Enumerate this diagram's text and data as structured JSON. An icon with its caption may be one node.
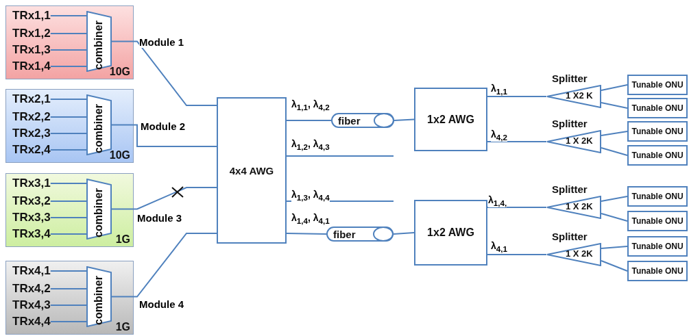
{
  "diagram": {
    "nodes": [
      {
        "text": [
          "10G"
        ]
      },
      {
        "text": [
          "TRx1,1"
        ],
        "in": 0
      },
      {
        "text": [
          "TRx1,2"
        ],
        "in": 0
      },
      {
        "text": [
          "TRx1,3"
        ],
        "in": 0
      },
      {
        "text": [
          "TRx1,4"
        ],
        "in": 0
      },
      {
        "text": [
          "combiner"
        ],
        "in": 0
      },
      {
        "text": [
          "10G"
        ]
      },
      {
        "text": [
          "TRx2,1"
        ],
        "in": 6
      },
      {
        "text": [
          "TRx2,2"
        ],
        "in": 6
      },
      {
        "text": [
          "TRx2,3"
        ],
        "in": 6
      },
      {
        "text": [
          "TRx2,4"
        ],
        "in": 6
      },
      {
        "text": [
          "combiner"
        ],
        "in": 6
      },
      {
        "text": [
          "1G"
        ]
      },
      {
        "text": [
          "TRx3,1"
        ],
        "in": 12
      },
      {
        "text": [
          "TRx3,2"
        ],
        "in": 12
      },
      {
        "text": [
          "TRx3,3"
        ],
        "in": 12
      },
      {
        "text": [
          "TRx3,4"
        ],
        "in": 12
      },
      {
        "text": [
          "combiner"
        ],
        "in": 12
      },
      {
        "text": [
          "1G"
        ]
      },
      {
        "text": [
          "TRx4,1"
        ],
        "in": 18
      },
      {
        "text": [
          "TRx4,2"
        ],
        "in": 18
      },
      {
        "text": [
          "TRx4,3"
        ],
        "in": 18
      },
      {
        "text": [
          "TRx4,4"
        ],
        "in": 18
      },
      {
        "text": [
          "combiner"
        ],
        "in": 18
      },
      {
        "text": [
          "4x4 AWG"
        ]
      },
      {
        "text": [
          "fiber"
        ]
      },
      {
        "text": [
          "1x2 AWG"
        ]
      },
      {
        "text": [
          "fiber"
        ]
      },
      {
        "text": [
          "1x2 AWG"
        ]
      },
      {
        "text": [
          "Splitter",
          "1 X2 K"
        ]
      },
      {
        "text": [
          "Tunable ONU"
        ]
      },
      {
        "text": [
          "Tunable ONU"
        ]
      },
      {
        "text": [
          "Splitter",
          "1 X 2K"
        ]
      },
      {
        "text": [
          "Tunable ONU"
        ]
      },
      {
        "text": [
          "Tunable ONU"
        ]
      },
      {
        "text": [
          "Splitter",
          "1 X 2K"
        ]
      },
      {
        "text": [
          "Tunable ONU"
        ]
      },
      {
        "text": [
          "Tunable ONU"
        ]
      },
      {
        "text": [
          "Splitter",
          "1 X 2K"
        ]
      },
      {
        "text": [
          "Tunable ONU"
        ]
      },
      {
        "text": [
          "Tunable ONU"
        ]
      }
    ],
    "edges": [
      {
        "from": 1,
        "to": 5,
        "arrow": "none"
      },
      {
        "from": 2,
        "to": 5,
        "arrow": "none"
      },
      {
        "from": 3,
        "to": 5,
        "arrow": "none"
      },
      {
        "from": 4,
        "to": 5,
        "arrow": "none"
      },
      {
        "from": 5,
        "to": 24,
        "arrow": "none",
        "label": "Module 1"
      },
      {
        "from": 7,
        "to": 11,
        "arrow": "none"
      },
      {
        "from": 8,
        "to": 11,
        "arrow": "none"
      },
      {
        "from": 9,
        "to": 11,
        "arrow": "none"
      },
      {
        "from": 10,
        "to": 11,
        "arrow": "none"
      },
      {
        "from": 11,
        "to": 24,
        "arrow": "none",
        "label": "Module 2"
      },
      {
        "from": 13,
        "to": 17,
        "arrow": "none"
      },
      {
        "from": 14,
        "to": 17,
        "arrow": "none"
      },
      {
        "from": 15,
        "to": 17,
        "arrow": "none"
      },
      {
        "from": 16,
        "to": 17,
        "arrow": "none"
      },
      {
        "from": 17,
        "to": 24,
        "arrow": "none",
        "label": "Module 3"
      },
      {
        "from": 19,
        "to": 23,
        "arrow": "none"
      },
      {
        "from": 20,
        "to": 23,
        "arrow": "none"
      },
      {
        "from": 21,
        "to": 23,
        "arrow": "none"
      },
      {
        "from": 22,
        "to": 23,
        "arrow": "none"
      },
      {
        "from": 23,
        "to": 24,
        "arrow": "none",
        "label": "Module 4"
      },
      {
        "from": 24,
        "to": 25,
        "arrow": "none",
        "label": "λ$_{1,1}$, λ$_{4,2}$"
      },
      {
        "from": 25,
        "to": 26,
        "arrow": "none"
      },
      {
        "from": 24,
        "to": null,
        "arrow": "none",
        "label": "λ$_{1,2}$, λ$_{4,3}$"
      },
      {
        "from": 24,
        "to": null,
        "arrow": "none",
        "label": "λ$_{1,3}$, λ$_{4,4}$"
      },
      {
        "from": 24,
        "to": 27,
        "arrow": "none",
        "label": "λ$_{1,4}$, λ$_{4,1}$"
      },
      {
        "from": 27,
        "to": 28,
        "arrow": "none"
      },
      {
        "from": 26,
        "to": 29,
        "arrow": "none",
        "label": "λ$_{1,1}$"
      },
      {
        "from": 26,
        "to": 32,
        "arrow": "none",
        "label": "λ$_{4,2}$"
      },
      {
        "from": 28,
        "to": 35,
        "arrow": "none",
        "label": "λ$_{1,4,}$"
      },
      {
        "from": 28,
        "to": 38,
        "arrow": "none",
        "label": "λ$_{4,1}$"
      },
      {
        "from": 29,
        "to": 30,
        "arrow": "none"
      },
      {
        "from": 29,
        "to": 31,
        "arrow": "none"
      },
      {
        "from": 32,
        "to": 33,
        "arrow": "none"
      },
      {
        "from": 32,
        "to": 34,
        "arrow": "none"
      },
      {
        "from": 35,
        "to": 36,
        "arrow": "none"
      },
      {
        "from": 35,
        "to": 37,
        "arrow": "none"
      },
      {
        "from": 38,
        "to": 39,
        "arrow": "none"
      },
      {
        "from": 38,
        "to": 40,
        "arrow": "none"
      }
    ]
  }
}
